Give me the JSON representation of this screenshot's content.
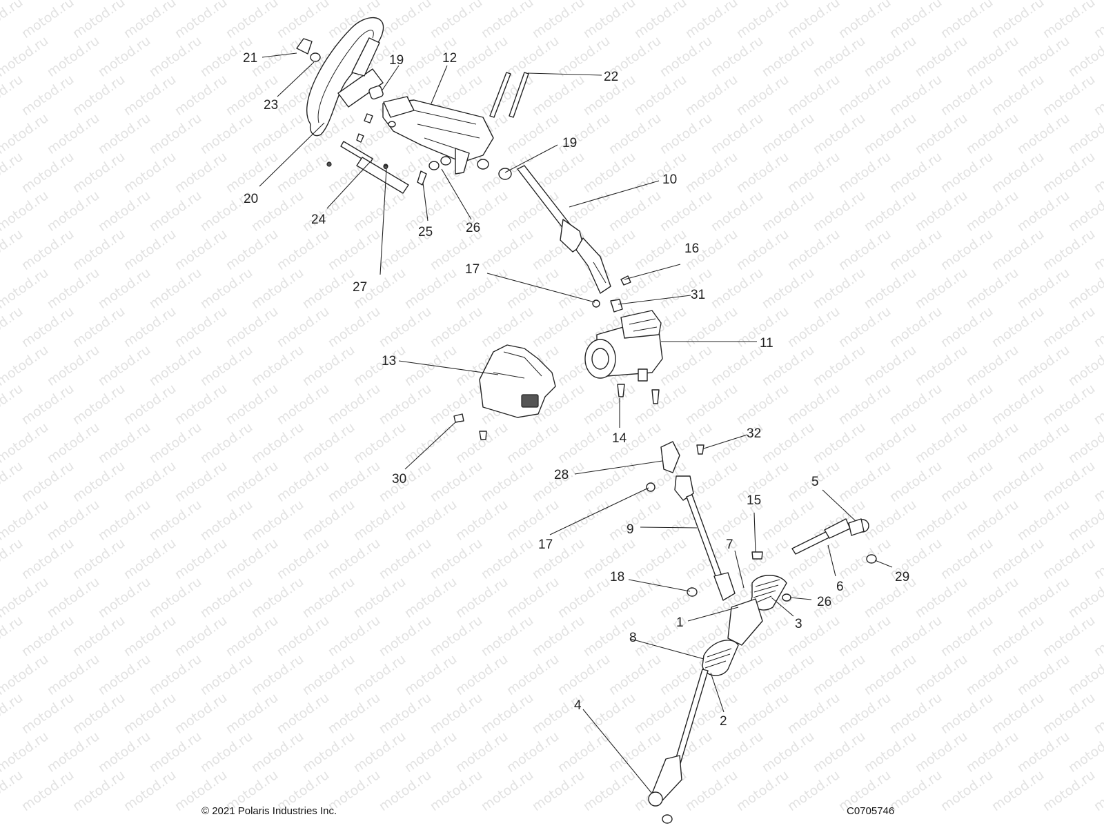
{
  "watermark": "motod.ru",
  "copyright": "© 2021 Polaris Industries Inc.",
  "drawing_number": "C0705746",
  "callouts": {
    "c1": "1",
    "c2": "2",
    "c3": "3",
    "c4": "4",
    "c5": "5",
    "c6": "6",
    "c7": "7",
    "c8": "8",
    "c9": "9",
    "c10": "10",
    "c11": "11",
    "c12": "12",
    "c13": "13",
    "c14": "14",
    "c15": "15",
    "c16": "16",
    "c17a": "17",
    "c17b": "17",
    "c18": "18",
    "c19a": "19",
    "c19b": "19",
    "c20": "20",
    "c21": "21",
    "c22": "22",
    "c23": "23",
    "c24": "24",
    "c25": "25",
    "c26a": "26",
    "c26b": "26",
    "c27": "27",
    "c28": "28",
    "c29": "29",
    "c30": "30",
    "c31": "31",
    "c32": "32"
  }
}
